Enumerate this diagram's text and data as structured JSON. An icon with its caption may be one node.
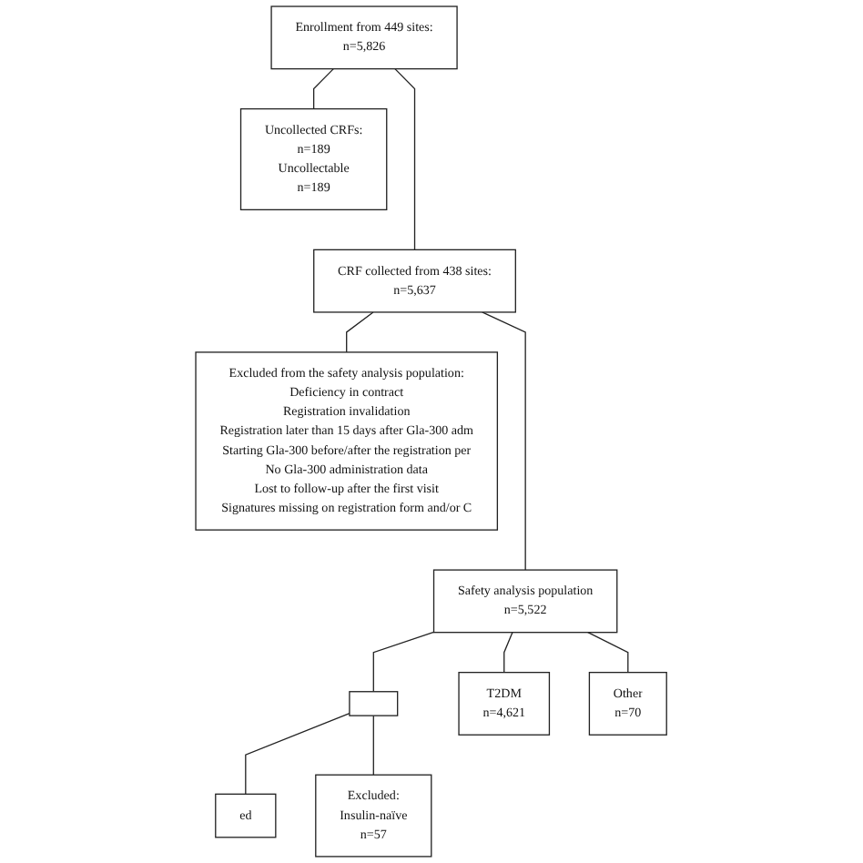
{
  "diagram": {
    "nodes": [
      {
        "text": [
          "Enrollment from 449 sites:",
          "n=5,826"
        ]
      },
      {
        "text": [
          "Uncollected CRFs:",
          "n=189",
          "Uncollectable",
          "n=189"
        ]
      },
      {
        "text": [
          "CRF collected from 438 sites:",
          "n=5,637"
        ]
      },
      {
        "text": [
          "Excluded from the safety analysis population:",
          "Deficiency in contract",
          "Registration invalidation",
          "Registration later than 15 days after Gla-300 adm",
          "Starting Gla-300 before/after the registration per",
          "No Gla-300 administration data",
          "Lost to follow-up after the first visit",
          "Signatures missing on registration form and/or C"
        ]
      },
      {
        "text": [
          "Safety analysis population",
          "n=5,522"
        ]
      },
      {
        "text": [],
        "shape": "box"
      },
      {
        "text": [
          "T2DM",
          "n=4,621"
        ]
      },
      {
        "text": [
          "Other",
          "n=70"
        ]
      },
      {
        "text": [
          "Excluded:",
          "Insulin-naïve",
          "n=57"
        ]
      },
      {
        "text": [
          "ed"
        ]
      }
    ],
    "edges": [
      {
        "from": 0,
        "to": 2,
        "arrow": "none"
      },
      {
        "from": 0,
        "to": 1,
        "arrow": "none"
      },
      {
        "from": 2,
        "to": 4,
        "arrow": "none"
      },
      {
        "from": 2,
        "to": 3,
        "arrow": "none"
      },
      {
        "from": 4,
        "to": 5,
        "arrow": "none"
      },
      {
        "from": 4,
        "to": 6,
        "arrow": "none"
      },
      {
        "from": 4,
        "to": 7,
        "arrow": "none"
      },
      {
        "from": 5,
        "to": 9,
        "arrow": "none"
      },
      {
        "from": 5,
        "to": 8,
        "arrow": "none"
      }
    ]
  }
}
